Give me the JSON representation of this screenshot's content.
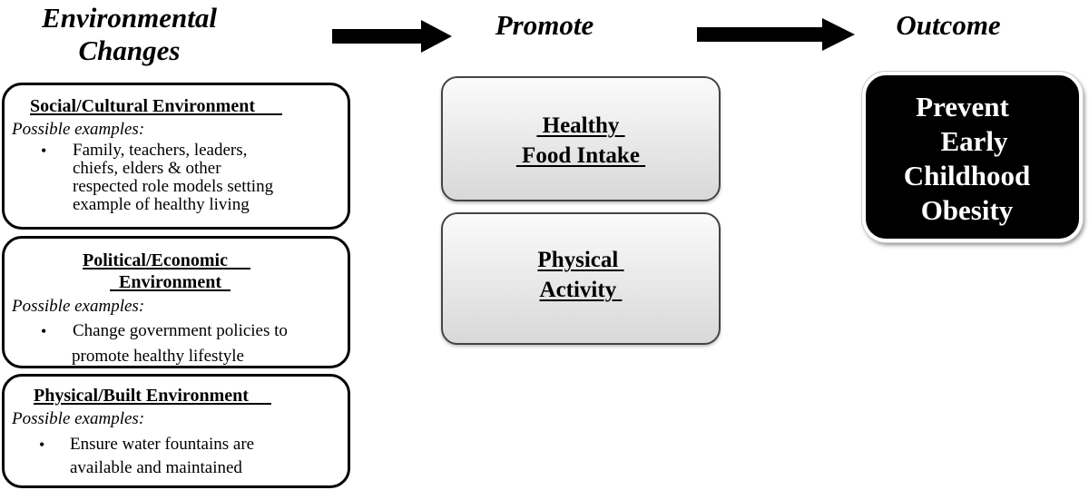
{
  "headings": {
    "environmental_changes": [
      "Environmental",
      "Changes"
    ],
    "promote": "Promote",
    "outcome": "Outcome"
  },
  "environment_boxes": [
    {
      "title": "Social/Cultural Environment",
      "subtitle": "Possible examples:",
      "bullet": [
        "Family, teachers, leaders,",
        "chiefs, elders & other",
        "respected role models setting",
        "example of healthy living"
      ]
    },
    {
      "title": [
        "Political/Economic",
        "Environment"
      ],
      "subtitle": "Possible examples:",
      "bullet": [
        "Change government policies to",
        "promote healthy lifestyle"
      ]
    },
    {
      "title": "Physical/Built Environment",
      "subtitle": "Possible examples:",
      "bullet": [
        "Ensure water fountains are",
        "available and maintained"
      ]
    }
  ],
  "promote_boxes": [
    {
      "lines": [
        "Healthy",
        "Food Intake"
      ]
    },
    {
      "lines": [
        "Physical",
        "Activity"
      ]
    }
  ],
  "outcome_box": {
    "lines": [
      "Prevent",
      "Early",
      "Childhood",
      "Obesity"
    ]
  },
  "colors": {
    "outcome_fill": "#000000",
    "promote_fill_top": "#fbfbfb",
    "promote_fill_bottom": "#d8d8d8"
  }
}
